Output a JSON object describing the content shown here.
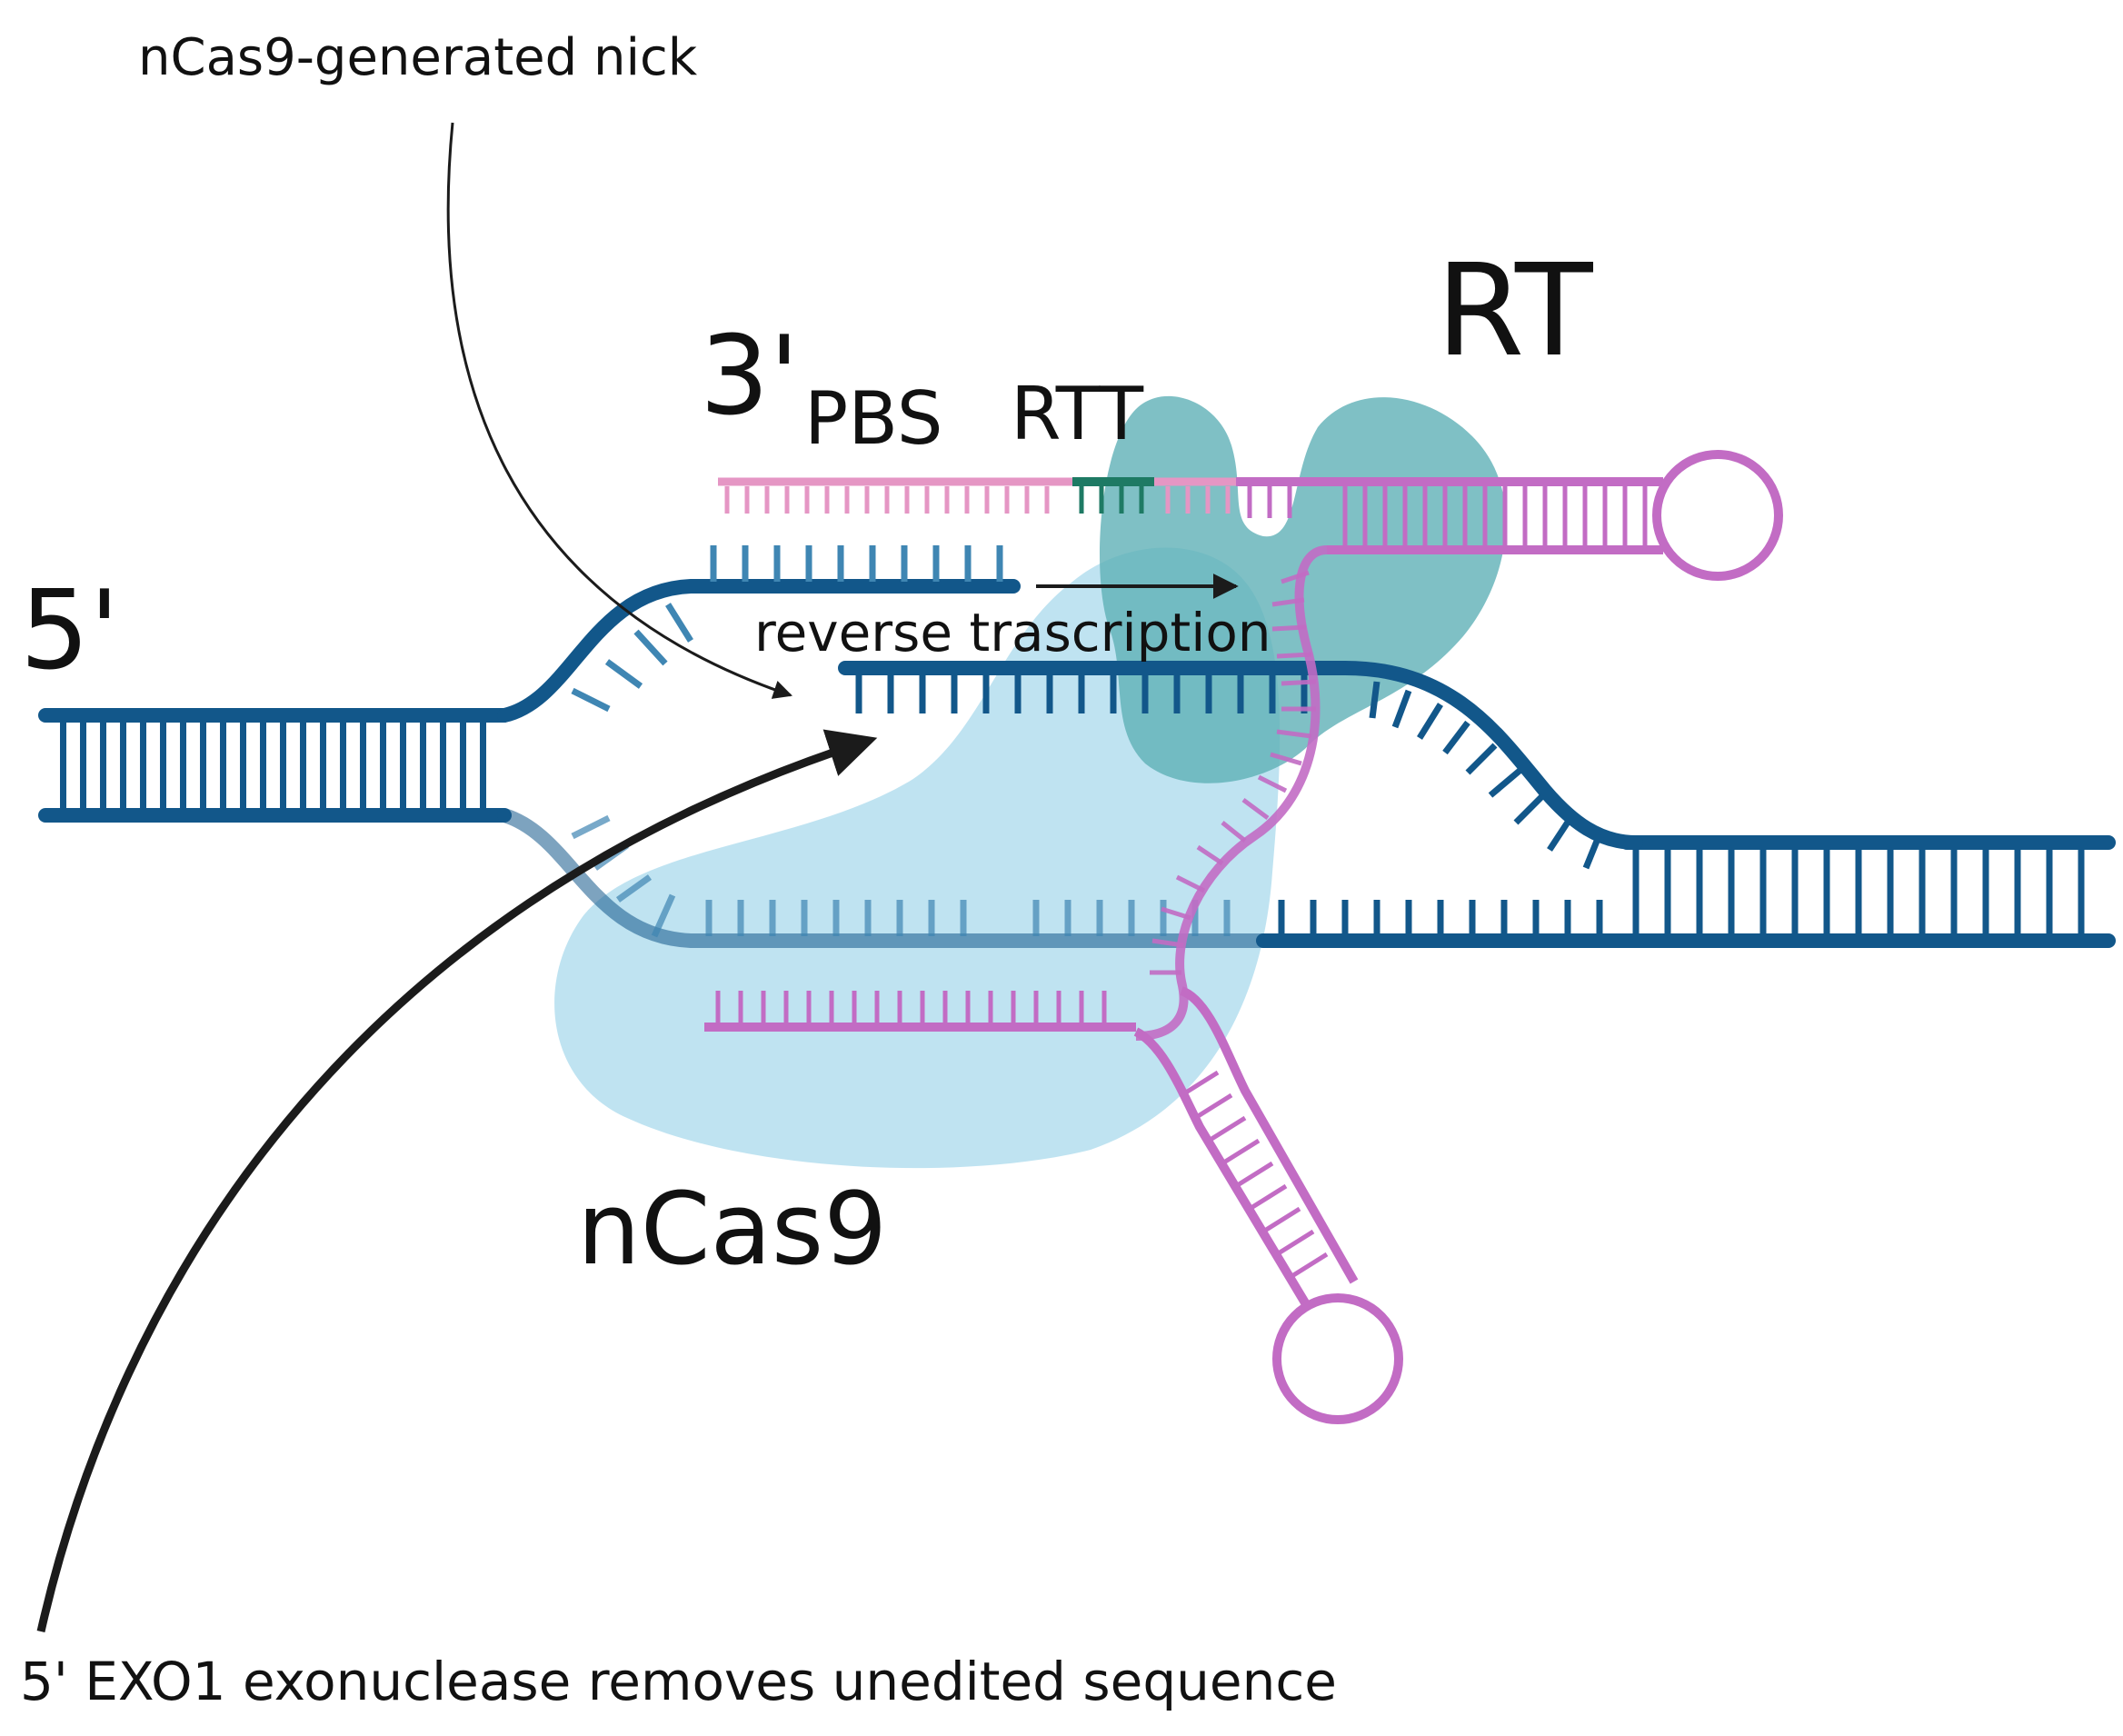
{
  "labels": {
    "nick_callout": "nCas9-generated nick",
    "three_prime": "3'",
    "pbs": "PBS",
    "rtt": "RTT",
    "rt": "RT",
    "five_prime": "5'",
    "reverse_transcription": "reverse trascription",
    "ncas9": "nCas9",
    "exo1_callout": "5' EXO1 exonuclease removes unedited sequence"
  },
  "colors": {
    "dna": "#12578a",
    "dna_light": "#3f86b3",
    "rna": "#c26cc4",
    "rna_light": "#e596c4",
    "rtt_segment": "#1e7a64",
    "ncas9_protein": "#a9d9ec",
    "rt_protein": "#5fb0b6",
    "arrow": "#1b1b1b"
  }
}
